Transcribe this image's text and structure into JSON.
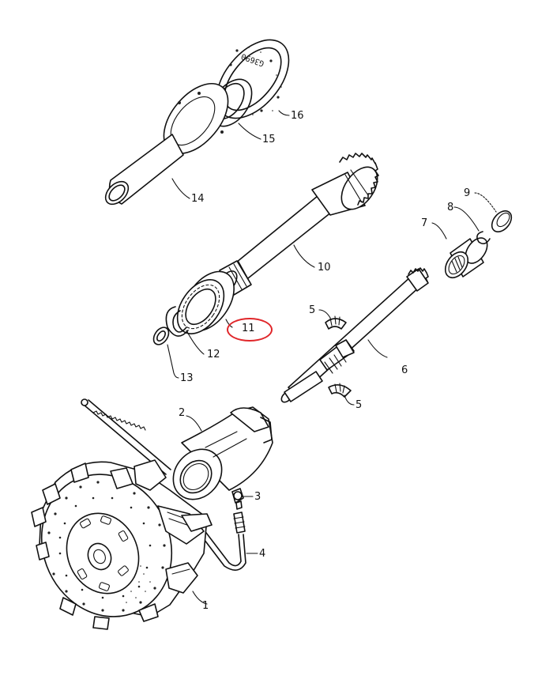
{
  "diagram": {
    "type": "exploded-parts-view",
    "subject": "Clutch assembly and transmission input shafts",
    "drawing_number": "G3690",
    "highlight": {
      "part": "11",
      "color": "#e0262a",
      "shape": "ellipse"
    },
    "parts": [
      {
        "id": "1",
        "label": "1",
        "name": "clutch-assembly"
      },
      {
        "id": "2",
        "label": "2",
        "name": "release-bearing"
      },
      {
        "id": "3",
        "label": "3",
        "name": "grease-nipple"
      },
      {
        "id": "4",
        "label": "4",
        "name": "lubrication-pipe"
      },
      {
        "id": "5a",
        "label": "5",
        "name": "needle-bearing-upper"
      },
      {
        "id": "5b",
        "label": "5",
        "name": "needle-bearing-lower"
      },
      {
        "id": "6",
        "label": "6",
        "name": "pto-shaft"
      },
      {
        "id": "7",
        "label": "7",
        "name": "needle-roller-bearing"
      },
      {
        "id": "8",
        "label": "8",
        "name": "circlip"
      },
      {
        "id": "9",
        "label": "9",
        "name": "shim"
      },
      {
        "id": "10",
        "label": "10",
        "name": "input-shaft"
      },
      {
        "id": "11",
        "label": "11",
        "name": "ball-bearing"
      },
      {
        "id": "12",
        "label": "12",
        "name": "snap-ring"
      },
      {
        "id": "13",
        "label": "13",
        "name": "seal"
      },
      {
        "id": "14",
        "label": "14",
        "name": "guide-tube"
      },
      {
        "id": "15",
        "label": "15",
        "name": "oil-seal"
      },
      {
        "id": "16",
        "label": "16",
        "name": "gasket"
      }
    ]
  }
}
